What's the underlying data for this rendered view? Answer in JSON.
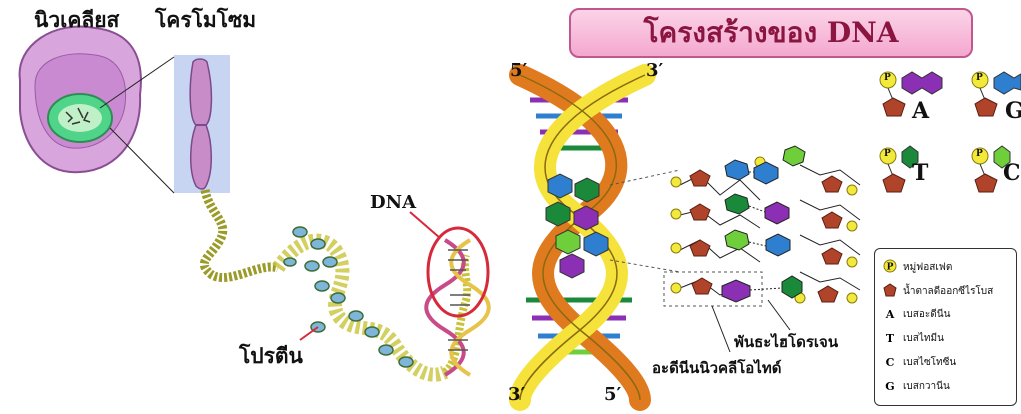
{
  "left_panel": {
    "nucleus_label": "นิวเคลียส",
    "chromosome_label": "โครโมโซม",
    "dna_label": "DNA",
    "protein_label": "โปรตีน"
  },
  "title": "โครงสร้างของ DNA",
  "strand_ends": {
    "top_left": "5′",
    "top_right": "3′",
    "bottom_left": "3′",
    "bottom_right": "5′"
  },
  "bond_labels": {
    "hydrogen_bond": "พันธะไฮโดรเจน",
    "nucleotide": "อะดีนีนนิวคลีโอไทด์"
  },
  "nucleotide_units": [
    {
      "letter": "A",
      "phosphate": "P",
      "base_color": "#8b2fb5"
    },
    {
      "letter": "G",
      "phosphate": "P",
      "base_color": "#2f7fd0"
    },
    {
      "letter": "T",
      "phosphate": "P",
      "base_color": "#1a8a3a"
    },
    {
      "letter": "C",
      "phosphate": "P",
      "base_color": "#6fcf3a"
    }
  ],
  "legend": [
    {
      "key": "P",
      "label": "หมู่ฟอสเฟต",
      "kind": "phosphate"
    },
    {
      "key": "",
      "label": "น้ำตาลดีออกซีไรโบส",
      "kind": "sugar"
    },
    {
      "key": "A",
      "label": "เบสอะดีนีน",
      "kind": "letter"
    },
    {
      "key": "T",
      "label": "เบสไทมีน",
      "kind": "letter"
    },
    {
      "key": "C",
      "label": "เบสไซโทซีน",
      "kind": "letter"
    },
    {
      "key": "G",
      "label": "เบสกวานีน",
      "kind": "letter"
    }
  ],
  "colors": {
    "phosphate": "#f2ea3a",
    "sugar": "#b0442a",
    "helix_yellow": "#f5e23a",
    "helix_orange": "#e07a1f",
    "title_text": "#8a1540"
  }
}
